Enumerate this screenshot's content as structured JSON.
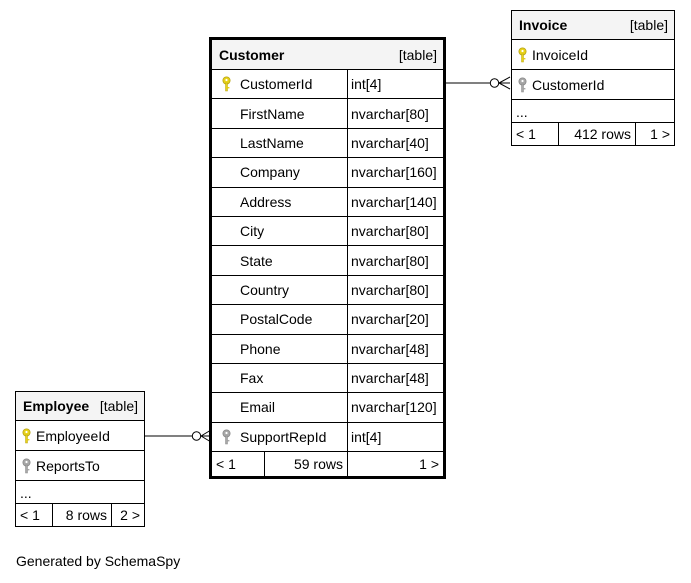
{
  "tables": {
    "invoice": {
      "name": "Invoice",
      "type_label": "[table]",
      "columns": [
        {
          "name": "InvoiceId",
          "key": "primary"
        },
        {
          "name": "CustomerId",
          "key": "foreign"
        }
      ],
      "ellipsis": "...",
      "footer": {
        "prev": "< 1",
        "rows": "412 rows",
        "next": "1 >"
      }
    },
    "customer": {
      "name": "Customer",
      "type_label": "[table]",
      "columns": [
        {
          "name": "CustomerId",
          "type": "int[4]",
          "key": "primary"
        },
        {
          "name": "FirstName",
          "type": "nvarchar[80]",
          "key": "none"
        },
        {
          "name": "LastName",
          "type": "nvarchar[40]",
          "key": "none"
        },
        {
          "name": "Company",
          "type": "nvarchar[160]",
          "key": "none"
        },
        {
          "name": "Address",
          "type": "nvarchar[140]",
          "key": "none"
        },
        {
          "name": "City",
          "type": "nvarchar[80]",
          "key": "none"
        },
        {
          "name": "State",
          "type": "nvarchar[80]",
          "key": "none"
        },
        {
          "name": "Country",
          "type": "nvarchar[80]",
          "key": "none"
        },
        {
          "name": "PostalCode",
          "type": "nvarchar[20]",
          "key": "none"
        },
        {
          "name": "Phone",
          "type": "nvarchar[48]",
          "key": "none"
        },
        {
          "name": "Fax",
          "type": "nvarchar[48]",
          "key": "none"
        },
        {
          "name": "Email",
          "type": "nvarchar[120]",
          "key": "none"
        },
        {
          "name": "SupportRepId",
          "type": "int[4]",
          "key": "foreign"
        }
      ],
      "footer": {
        "prev": "< 1",
        "rows": "59 rows",
        "next": "1 >"
      }
    },
    "employee": {
      "name": "Employee",
      "type_label": "[table]",
      "columns": [
        {
          "name": "EmployeeId",
          "key": "primary"
        },
        {
          "name": "ReportsTo",
          "key": "foreign"
        }
      ],
      "ellipsis": "...",
      "footer": {
        "prev": "< 1",
        "rows": "8 rows",
        "next": "2 >"
      }
    }
  },
  "colors": {
    "primary_key": "#e8d21a",
    "foreign_key": "#a8a8a8",
    "header_bg": "#f4f4f4",
    "line": "#000000"
  },
  "generated_by": "Generated by SchemaSpy"
}
